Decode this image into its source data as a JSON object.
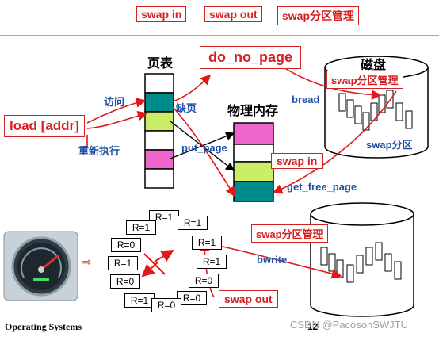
{
  "header": {
    "tabs": [
      "swap in",
      "swap out",
      "swap分区管理"
    ],
    "divider_color": "#b4b43c"
  },
  "labels": {
    "page_table": "页表",
    "do_no_page": "do_no_page",
    "disk": "磁盘",
    "swap_mgmt_top": "swap分区管理",
    "access": "访问",
    "page_fault": "缺页",
    "physical_memory": "物理内存",
    "bread": "bread",
    "load_addr": "load [addr]",
    "re_execute": "重新执行",
    "put_page": "put_page",
    "swap_in": "swap in",
    "swap_partition": "swap分区",
    "get_free_page": "get_free_page",
    "swap_mgmt_bottom": "swap分区管理",
    "bwrite": "bwrite",
    "swap_out": "swap out",
    "footer_course": "Operating Systems",
    "page_number": "12",
    "watermark": "CSDN @PacosonSWJTU",
    "arrow_symbol": "⇨"
  },
  "clock_entries": [
    "R=1",
    "R=1",
    "R=1",
    "R=0",
    "R=1",
    "R=1",
    "R=1",
    "R=0",
    "R=0",
    "R=1",
    "R=0",
    "R=0"
  ],
  "colors": {
    "teal": "#008b8b",
    "lime": "#ccee66",
    "magenta": "#ee66cc",
    "red": "#d42020",
    "blue_text": "#1f4fa8"
  },
  "icons": [
    "gauge-icon",
    "disk-cylinder-icon",
    "clock-hand-icon"
  ]
}
